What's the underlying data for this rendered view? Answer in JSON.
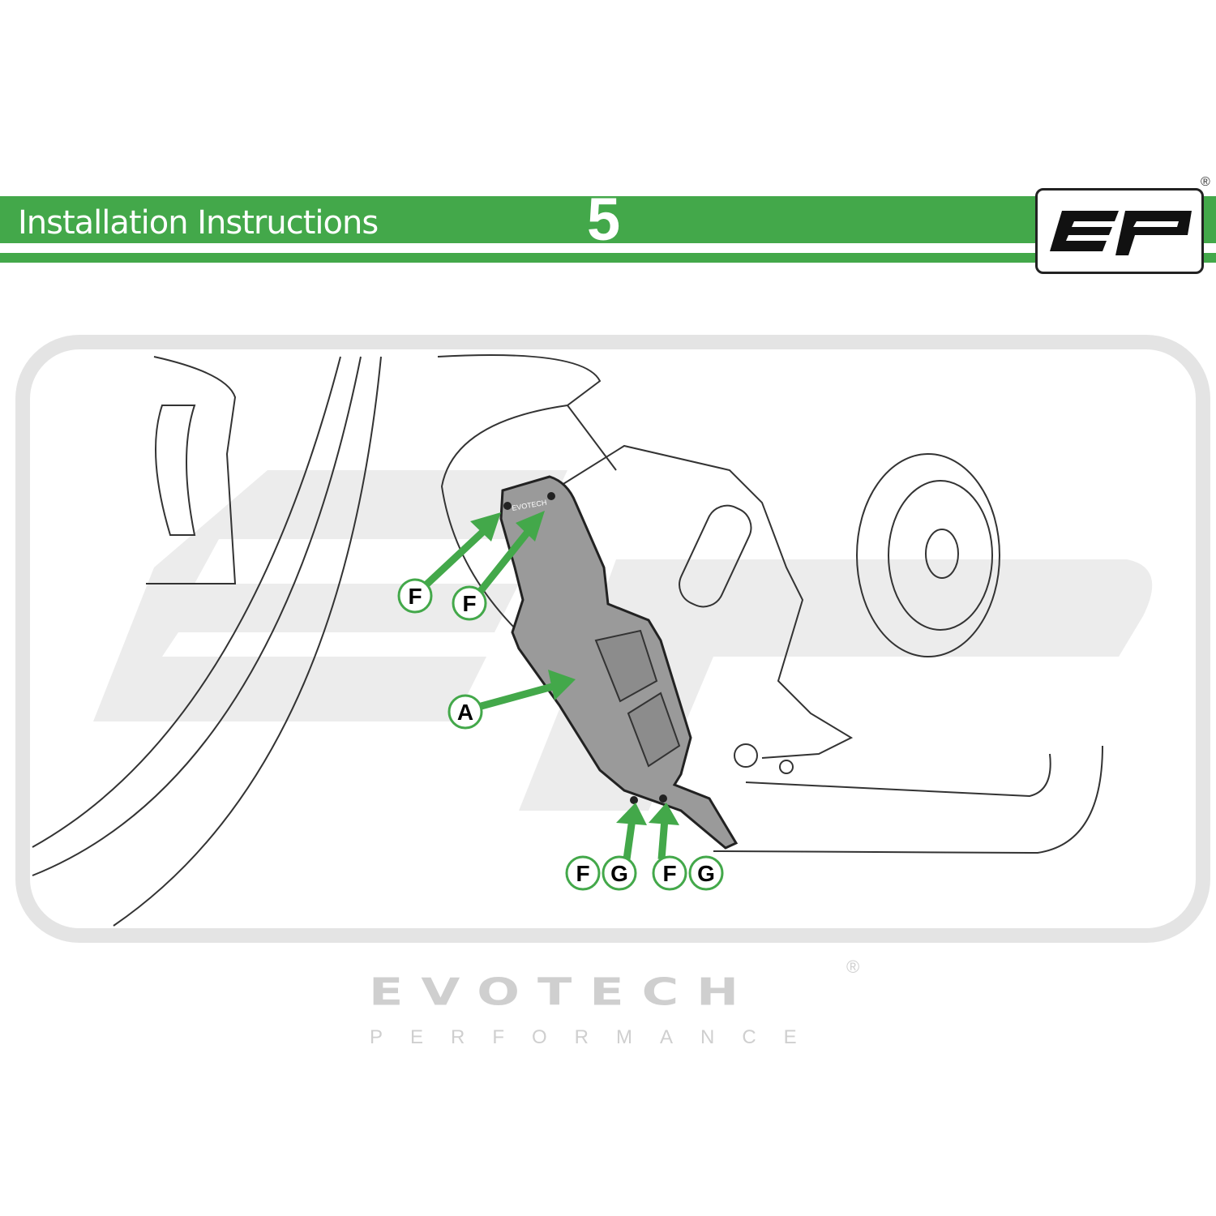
{
  "header": {
    "title": "Installation Instructions",
    "step_number": "5",
    "logo_text": "EP",
    "registered_mark": "®"
  },
  "diagram": {
    "plate_brand": "EVOTECH",
    "callouts": [
      {
        "label": "F"
      },
      {
        "label": "F"
      },
      {
        "label": "A"
      },
      {
        "label": "F"
      },
      {
        "label": "G"
      },
      {
        "label": "F"
      },
      {
        "label": "G"
      }
    ]
  },
  "footer": {
    "brand": "EVOTECH",
    "subtitle": "PERFORMANCE",
    "registered_mark": "®"
  },
  "colors": {
    "accent": "#43a84a",
    "frame": "#e4e4e4",
    "plate": "#9a9a9a"
  }
}
